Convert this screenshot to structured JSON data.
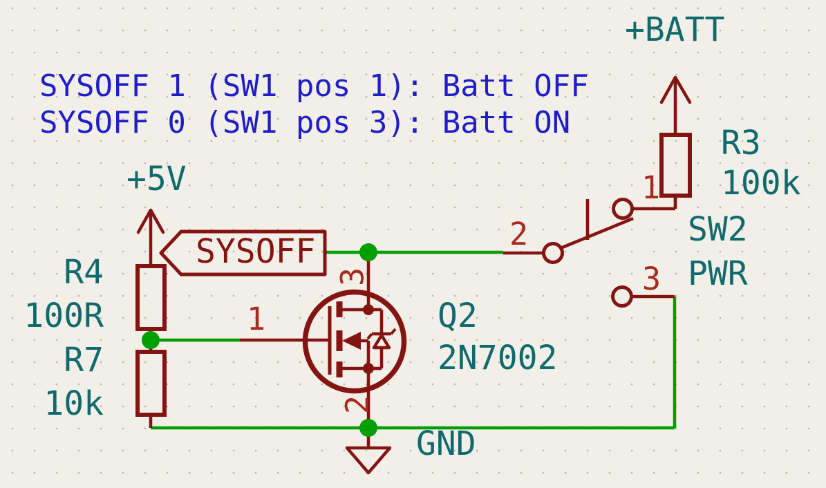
{
  "app": "schematic-editor-canvas",
  "colors": {
    "background": "#F1EFE7",
    "grid_dot": "#BAB7AE",
    "symbol_outline": "#841411",
    "pin_number": "#A8291D",
    "wire": "#009E00",
    "field_text": "#106A6D",
    "note_text": "#1E1DC8"
  },
  "notes": {
    "line1": "SYSOFF 1 (SW1 pos 1): Batt OFF",
    "line2": "SYSOFF 0 (SW1 pos 3): Batt ON"
  },
  "power_symbols": {
    "plus_batt": "+BATT",
    "plus_5v": "+5V",
    "gnd": "GND"
  },
  "net_labels": {
    "sysoff": "SYSOFF"
  },
  "components": {
    "R3": {
      "ref": "R3",
      "value": "100k"
    },
    "R4": {
      "ref": "R4",
      "value": "100R"
    },
    "R7": {
      "ref": "R7",
      "value": "10k"
    },
    "Q2": {
      "ref": "Q2",
      "value": "2N7002",
      "pin_gate": "1",
      "pin_drain": "3",
      "pin_source": "2"
    },
    "SW2": {
      "ref": "SW2",
      "value": "PWR",
      "pin1": "1",
      "pin2": "2",
      "pin3": "3"
    }
  }
}
